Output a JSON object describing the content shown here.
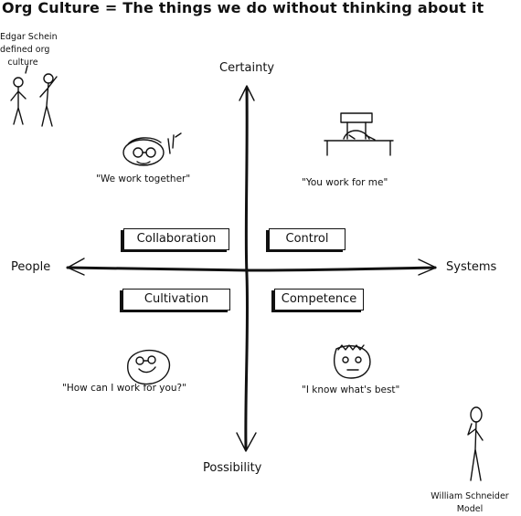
{
  "title": "Org Culture = The things we do without thinking about it",
  "axes": {
    "top": "Certainty",
    "bottom": "Possibility",
    "left": "People",
    "right": "Systems"
  },
  "quadrants": {
    "collaboration": {
      "label": "Collaboration",
      "quote": "\"We work together\""
    },
    "control": {
      "label": "Control",
      "quote": "\"You work for me\""
    },
    "cultivation": {
      "label": "Cultivation",
      "quote": "\"How can I work for you?\""
    },
    "competence": {
      "label": "Competence",
      "quote": "\"I know what's best\""
    }
  },
  "notes": {
    "schein": [
      "Edgar Schein",
      "defined org",
      "culture"
    ],
    "schneider": [
      "William Schneider",
      "Model"
    ]
  },
  "colors": {
    "ink": "#111111",
    "background": "#ffffff"
  }
}
